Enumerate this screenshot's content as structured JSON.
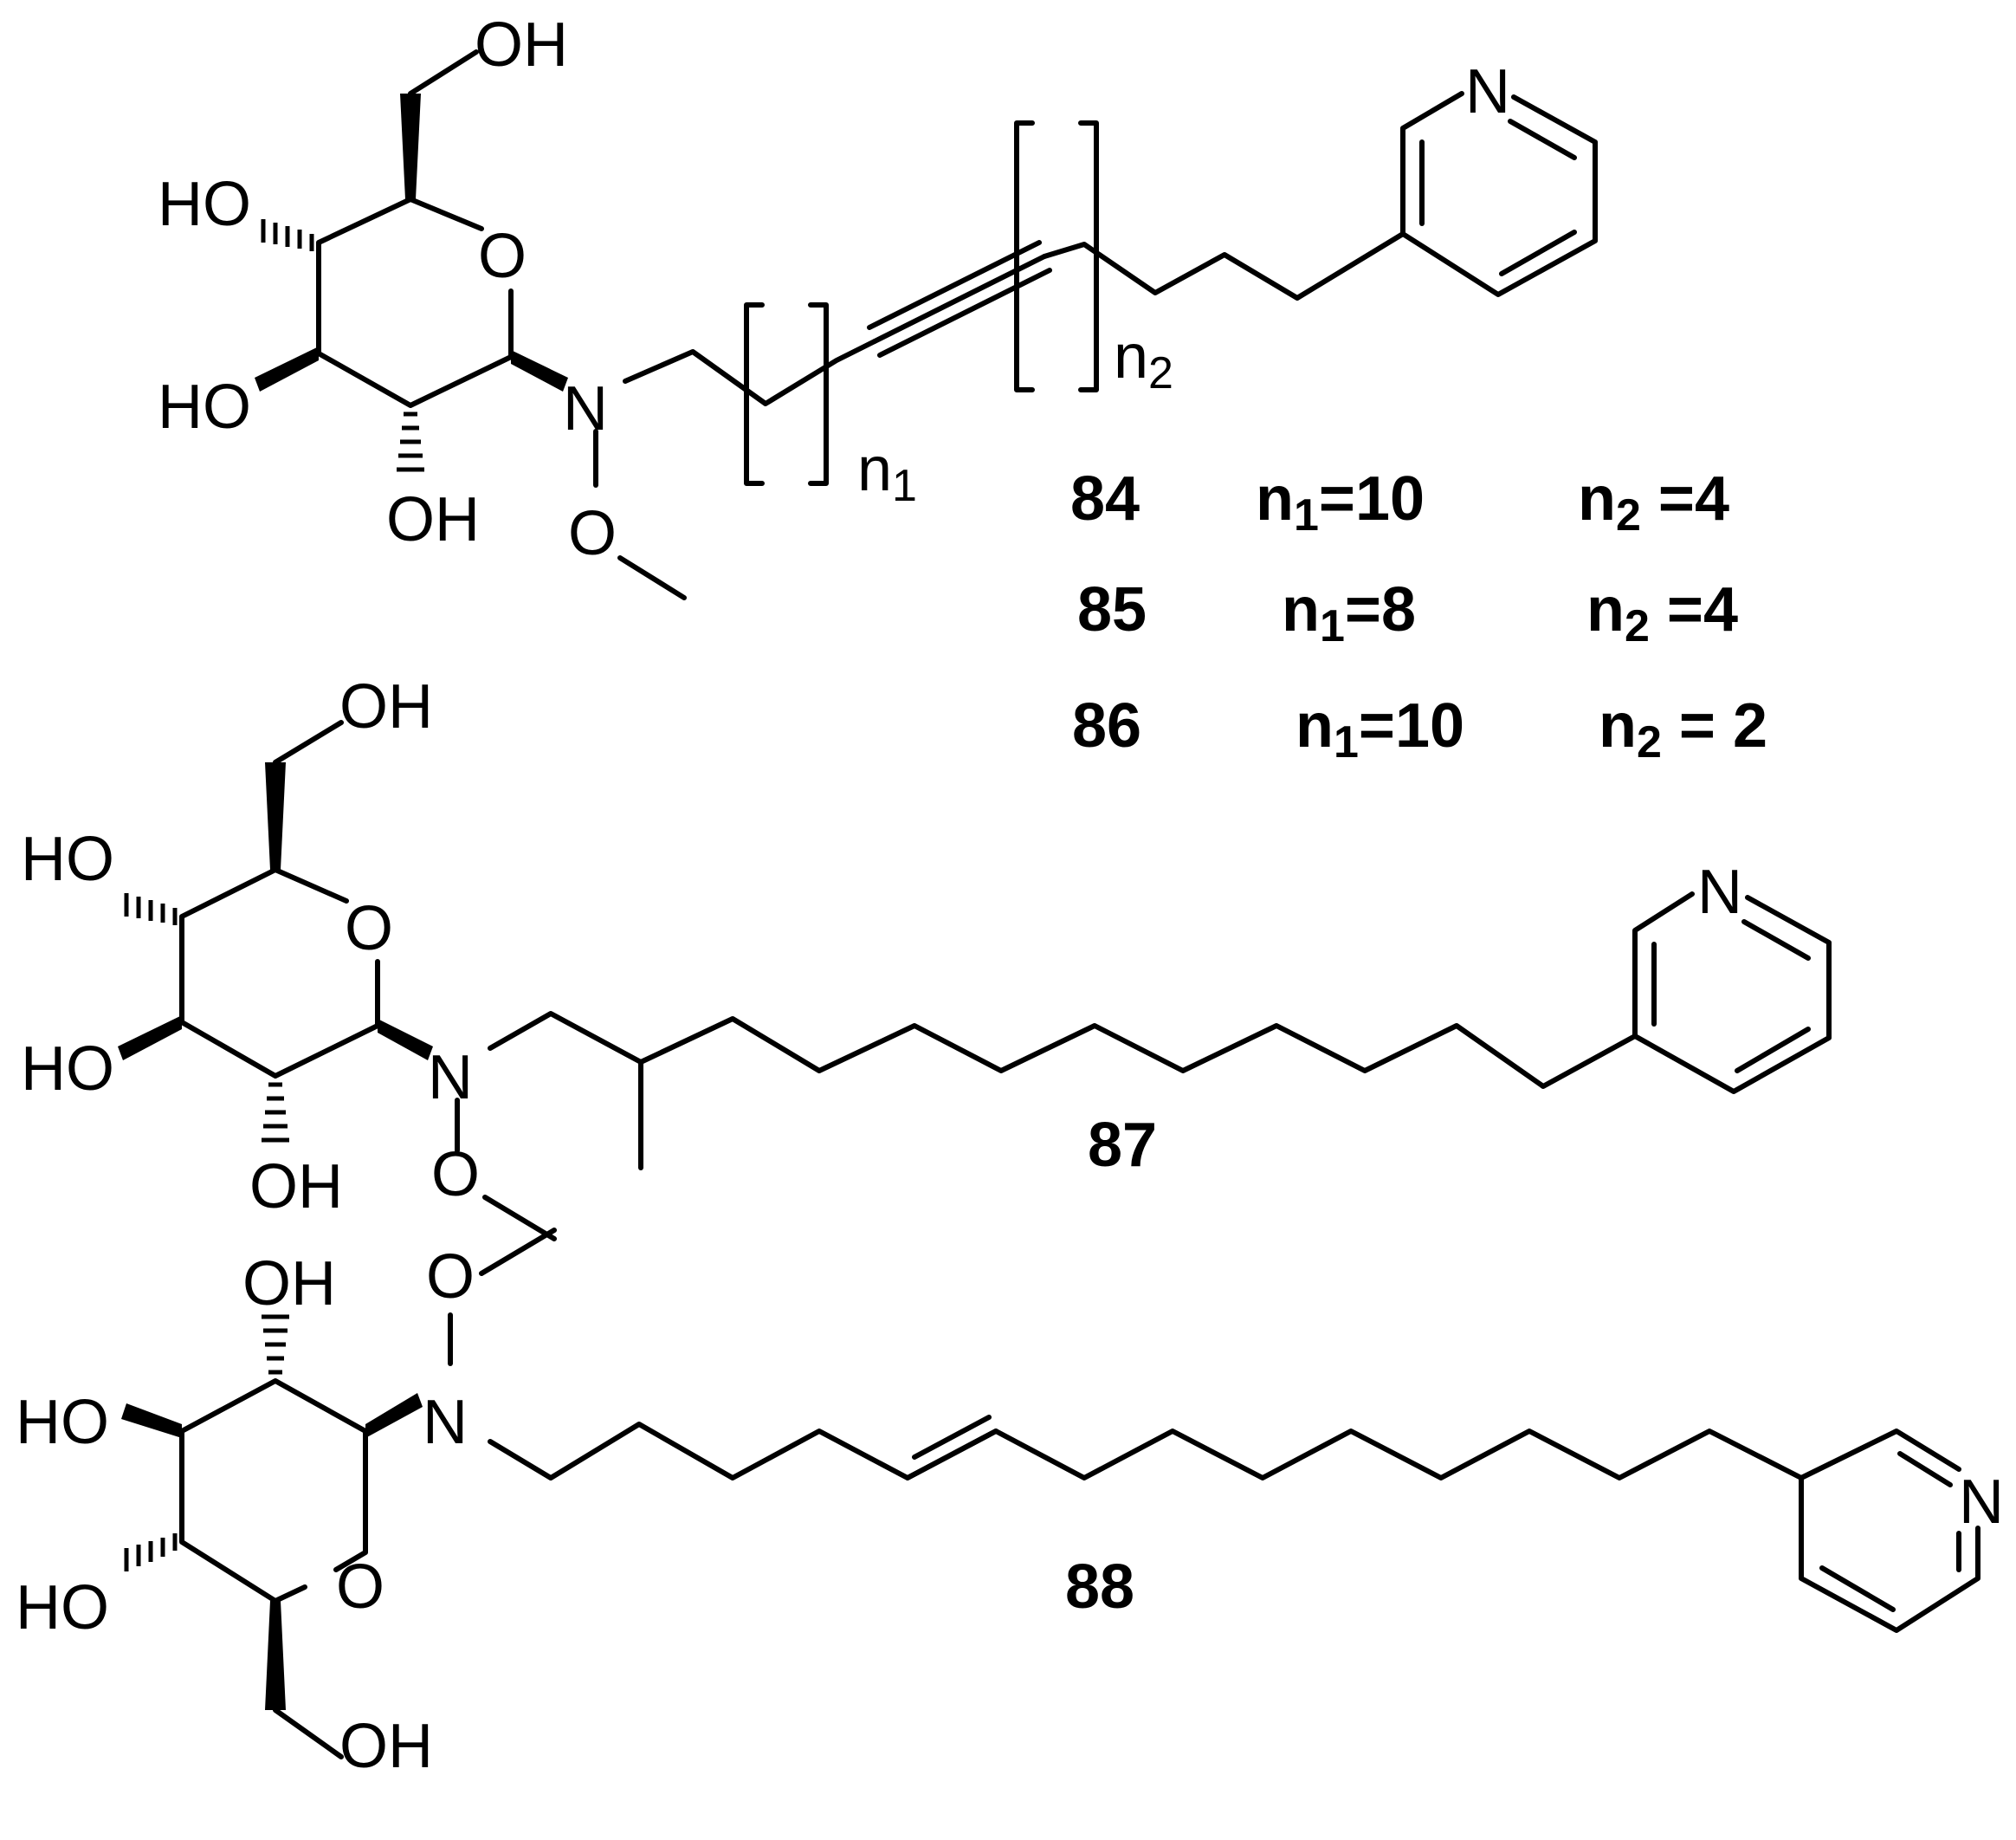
{
  "atoms": {
    "O": "O",
    "N": "N",
    "OH": "OH",
    "HO": "HO"
  },
  "repeat_labels": {
    "n": "n",
    "n1_sub": "1",
    "n2_sub": "2"
  },
  "compounds": [
    {
      "id": "84",
      "n1": "10",
      "n2": "4"
    },
    {
      "id": "85",
      "n1": "8",
      "n2": "4"
    },
    {
      "id": "86",
      "n1": "10",
      "n2": "2"
    },
    {
      "id": "87"
    },
    {
      "id": "88"
    }
  ],
  "table": {
    "rows": [
      {
        "id": "84",
        "n1": {
          "n": "n",
          "sub": "1",
          "value": "=10"
        },
        "n2": {
          "n": "n",
          "sub": "2",
          "value": " =4"
        }
      },
      {
        "id": "85",
        "n1": {
          "n": "n",
          "sub": "1",
          "value": "=8"
        },
        "n2": {
          "n": "n",
          "sub": "2",
          "value": " =4"
        }
      },
      {
        "id": "86",
        "n1": {
          "n": "n",
          "sub": "1",
          "value": "=10"
        },
        "n2": {
          "n": "n",
          "sub": "2",
          "value": " = 2"
        }
      }
    ]
  },
  "labels": {
    "c87": "87",
    "c88": "88"
  }
}
